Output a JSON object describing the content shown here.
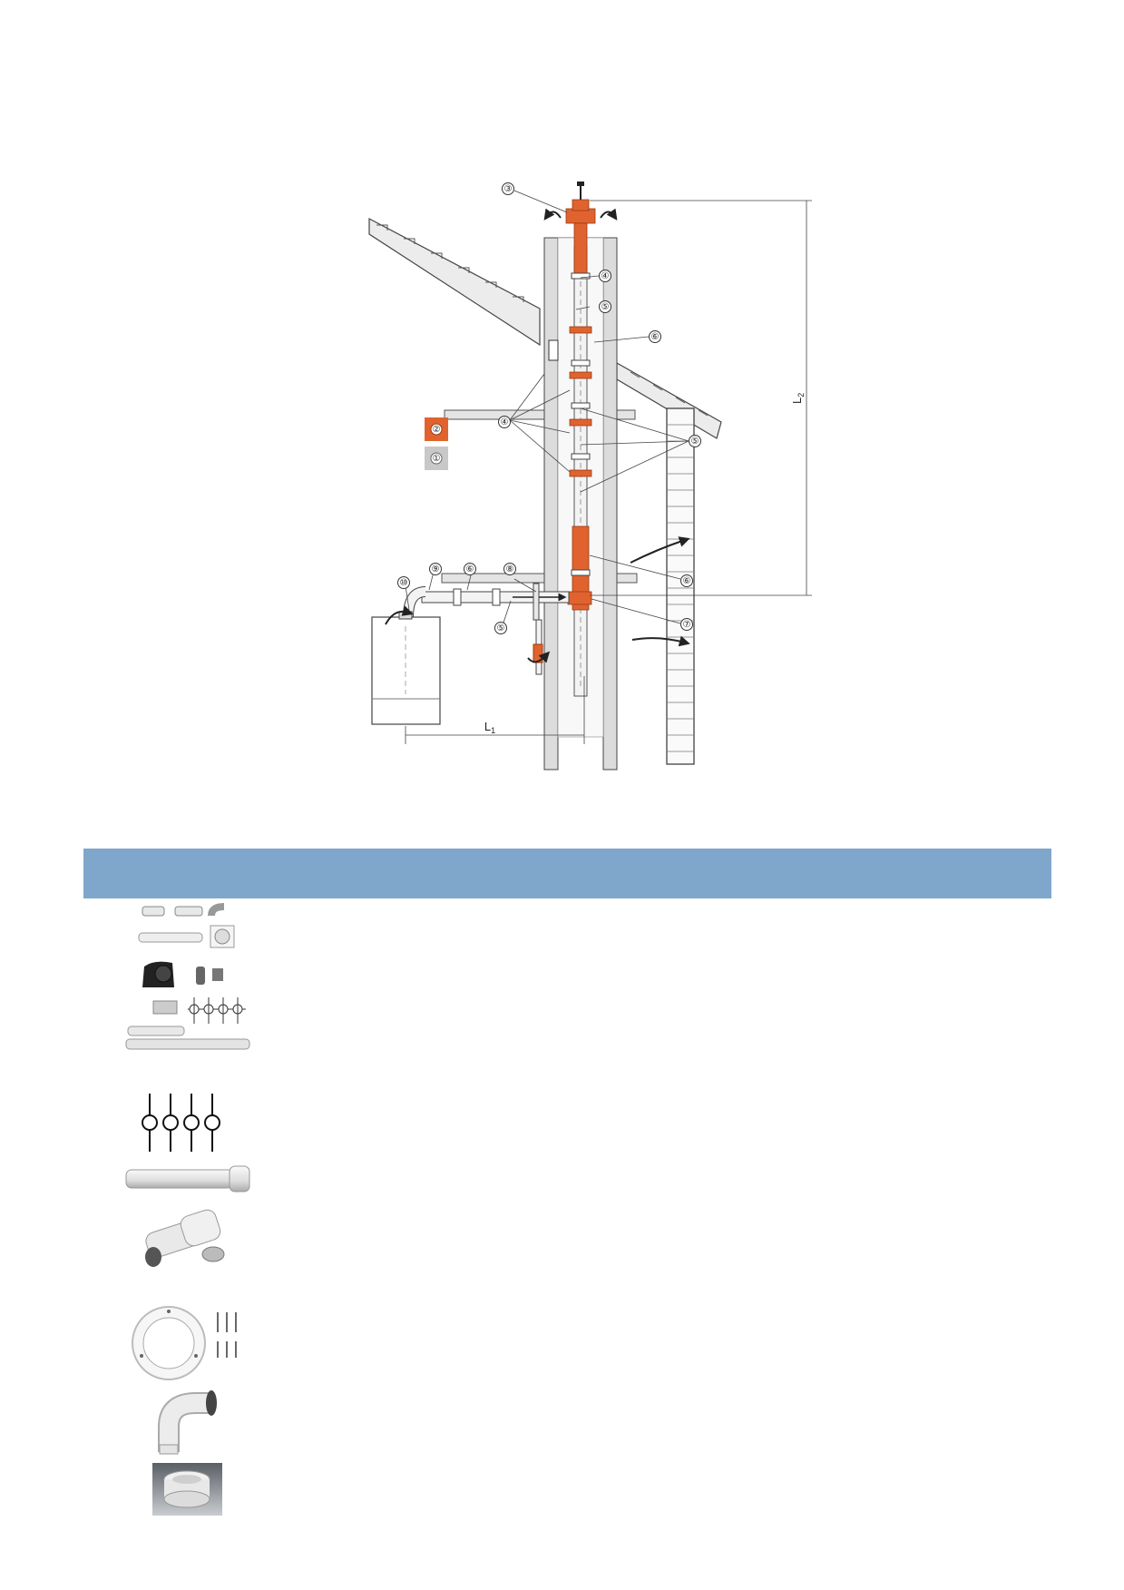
{
  "diagram": {
    "callouts": [
      "①",
      "②",
      "③",
      "④",
      "⑤",
      "⑥",
      "⑦",
      "⑧",
      "⑨",
      "⑩"
    ],
    "dim_l1": "L",
    "dim_l1_sub": "1",
    "dim_l2": "L",
    "dim_l2_sub": "2"
  },
  "colors": {
    "accent": "#e0632f",
    "section_bar": "#7fa7cc",
    "pipe": "#f3f3f3",
    "wall": "#dcdcdc"
  },
  "accessories": [
    {
      "name": "flue-kit-set-image"
    },
    {
      "name": "spacer-clips-image"
    },
    {
      "name": "extension-pipe-image"
    },
    {
      "name": "inspection-tee-image"
    },
    {
      "name": "wall-rosette-image"
    },
    {
      "name": "elbow-87-image"
    },
    {
      "name": "boiler-adapter-image"
    }
  ]
}
